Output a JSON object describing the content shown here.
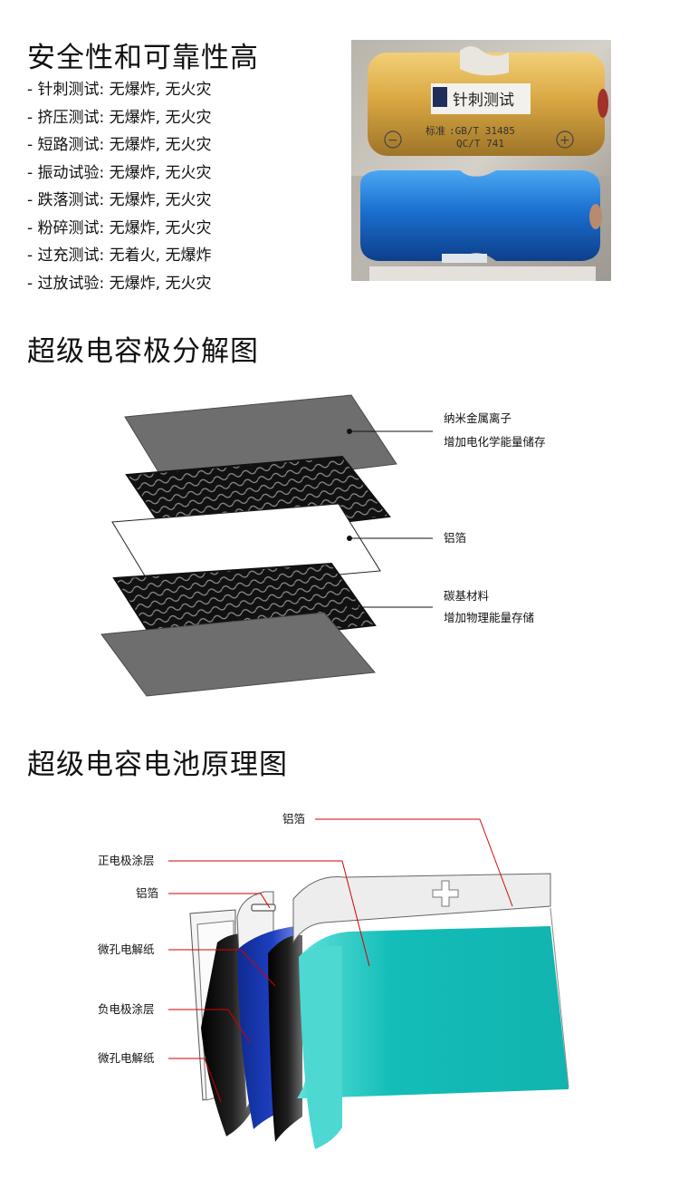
{
  "safety": {
    "title": "安全性和可靠性高",
    "tests": [
      "- 针刺测试: 无爆炸, 无火灾",
      "- 挤压测试: 无爆炸, 无火灾",
      "- 短路测试: 无爆炸, 无火灾",
      "- 振动试验: 无爆炸, 无火灾",
      "- 跌落测试: 无爆炸, 无火灾",
      "- 粉碎测试: 无爆炸, 无火灾",
      "- 过充测试: 无着火, 无爆炸",
      "- 过放试验: 无爆炸, 无火灾"
    ],
    "photo": {
      "label_title": "针刺测试",
      "label_std_prefix": "标准",
      "label_std_1": ":GB/T 31485",
      "label_std_2": "QC/T 741",
      "minus": "−",
      "plus": "+"
    }
  },
  "exploded": {
    "title": "超级电容极分解图",
    "annotations": [
      {
        "line1": "纳米金属离子",
        "line2": "增加电化学能量储存"
      },
      {
        "line1": "铝箔",
        "line2": ""
      },
      {
        "line1": "碳基材料",
        "line2": "增加物理能量存储"
      }
    ]
  },
  "principle": {
    "title": "超级电容电池原理图",
    "labels": {
      "top_foil": "铝箔",
      "positive_coating": "正电极涂层",
      "foil": "铝箔",
      "separator_1": "微孔电解纸",
      "negative_coating": "负电极涂层",
      "separator_2": "微孔电解纸"
    }
  },
  "colors": {
    "teal": "#13bdb8",
    "blue": "#1d3fbf",
    "annotation_line": "#d40000",
    "gold_cell": "#d9a843",
    "blue_cell": "#1b6fd0"
  }
}
